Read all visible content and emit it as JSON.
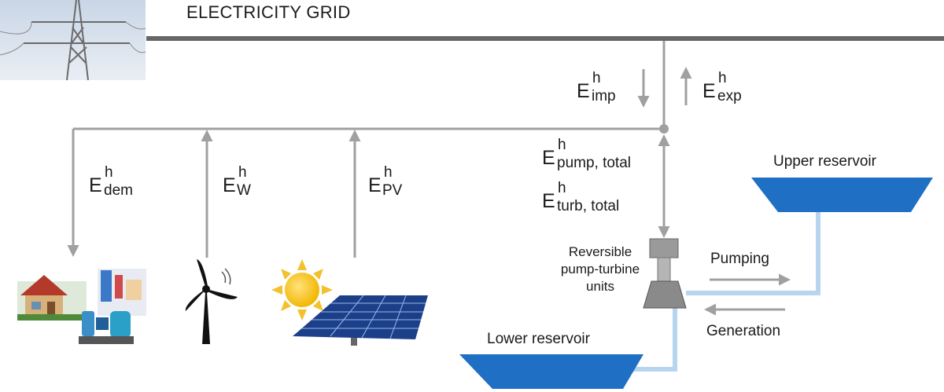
{
  "title": "ELECTRICITY GRID",
  "flows": {
    "imp": {
      "base": "E",
      "sup": "h",
      "sub": "imp"
    },
    "exp": {
      "base": "E",
      "sup": "h",
      "sub": "exp"
    },
    "dem": {
      "base": "E",
      "sup": "h",
      "sub": "dem"
    },
    "w": {
      "base": "E",
      "sup": "h",
      "sub": "W"
    },
    "pv": {
      "base": "E",
      "sup": "h",
      "sub": "PV"
    },
    "pump": {
      "base": "E",
      "sup": "h",
      "sub": "pump, total"
    },
    "turb": {
      "base": "E",
      "sup": "h",
      "sub": "turb, total"
    }
  },
  "units": {
    "line1": "Reversible",
    "line2": "pump-turbine",
    "line3": "units"
  },
  "upper_reservoir": "Upper reservoir",
  "lower_reservoir": "Lower reservoir",
  "pumping": "Pumping",
  "generation": "Generation",
  "colors": {
    "grid_line": "#666666",
    "flow_line": "#a0a0a0",
    "water": "#1f6fc4",
    "pipe": "#b8d4ee"
  }
}
